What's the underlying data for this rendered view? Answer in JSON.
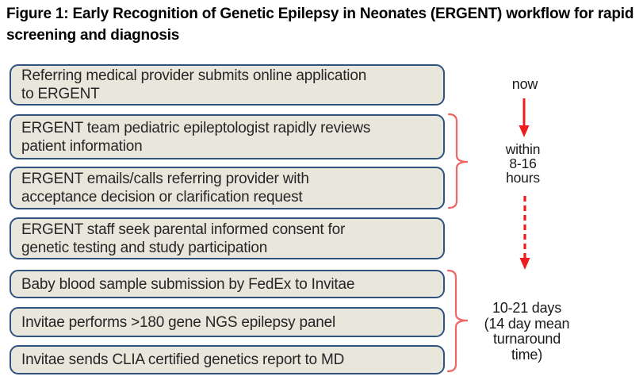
{
  "figure": {
    "title": "Figure 1: Early Recognition of Genetic Epilepsy in Neonates (ERGENT) workflow for rapid\nscreening and diagnosis"
  },
  "flow": {
    "boxes": [
      {
        "text": "Referring medical provider submits online application\nto ERGENT"
      },
      {
        "text": "ERGENT team pediatric epileptologist  rapidly reviews\npatient information"
      },
      {
        "text": "ERGENT emails/calls referring provider with\nacceptance decision or clarification request"
      },
      {
        "text": "ERGENT staff seek parental informed consent for\ngenetic testing and study participation"
      },
      {
        "text": "Baby blood sample submission by FedEx to Invitae"
      },
      {
        "text": "Invitae performs >180 gene NGS epilepsy panel"
      },
      {
        "text": "Invitae sends CLIA certified genetics report to MD"
      }
    ]
  },
  "timeline": {
    "now_label": "now",
    "first_interval_label": "within\n8-16\nhours",
    "second_interval_label": "10-21 days\n(14 day mean\nturnaround\ntime)"
  },
  "colors": {
    "box-fill": "#e9e6dc",
    "box-border": "#31537f",
    "arrow-red": "#ee1c1c",
    "brace-red": "#ef6666",
    "text-dark": "#262626",
    "title-color": "#000000"
  }
}
